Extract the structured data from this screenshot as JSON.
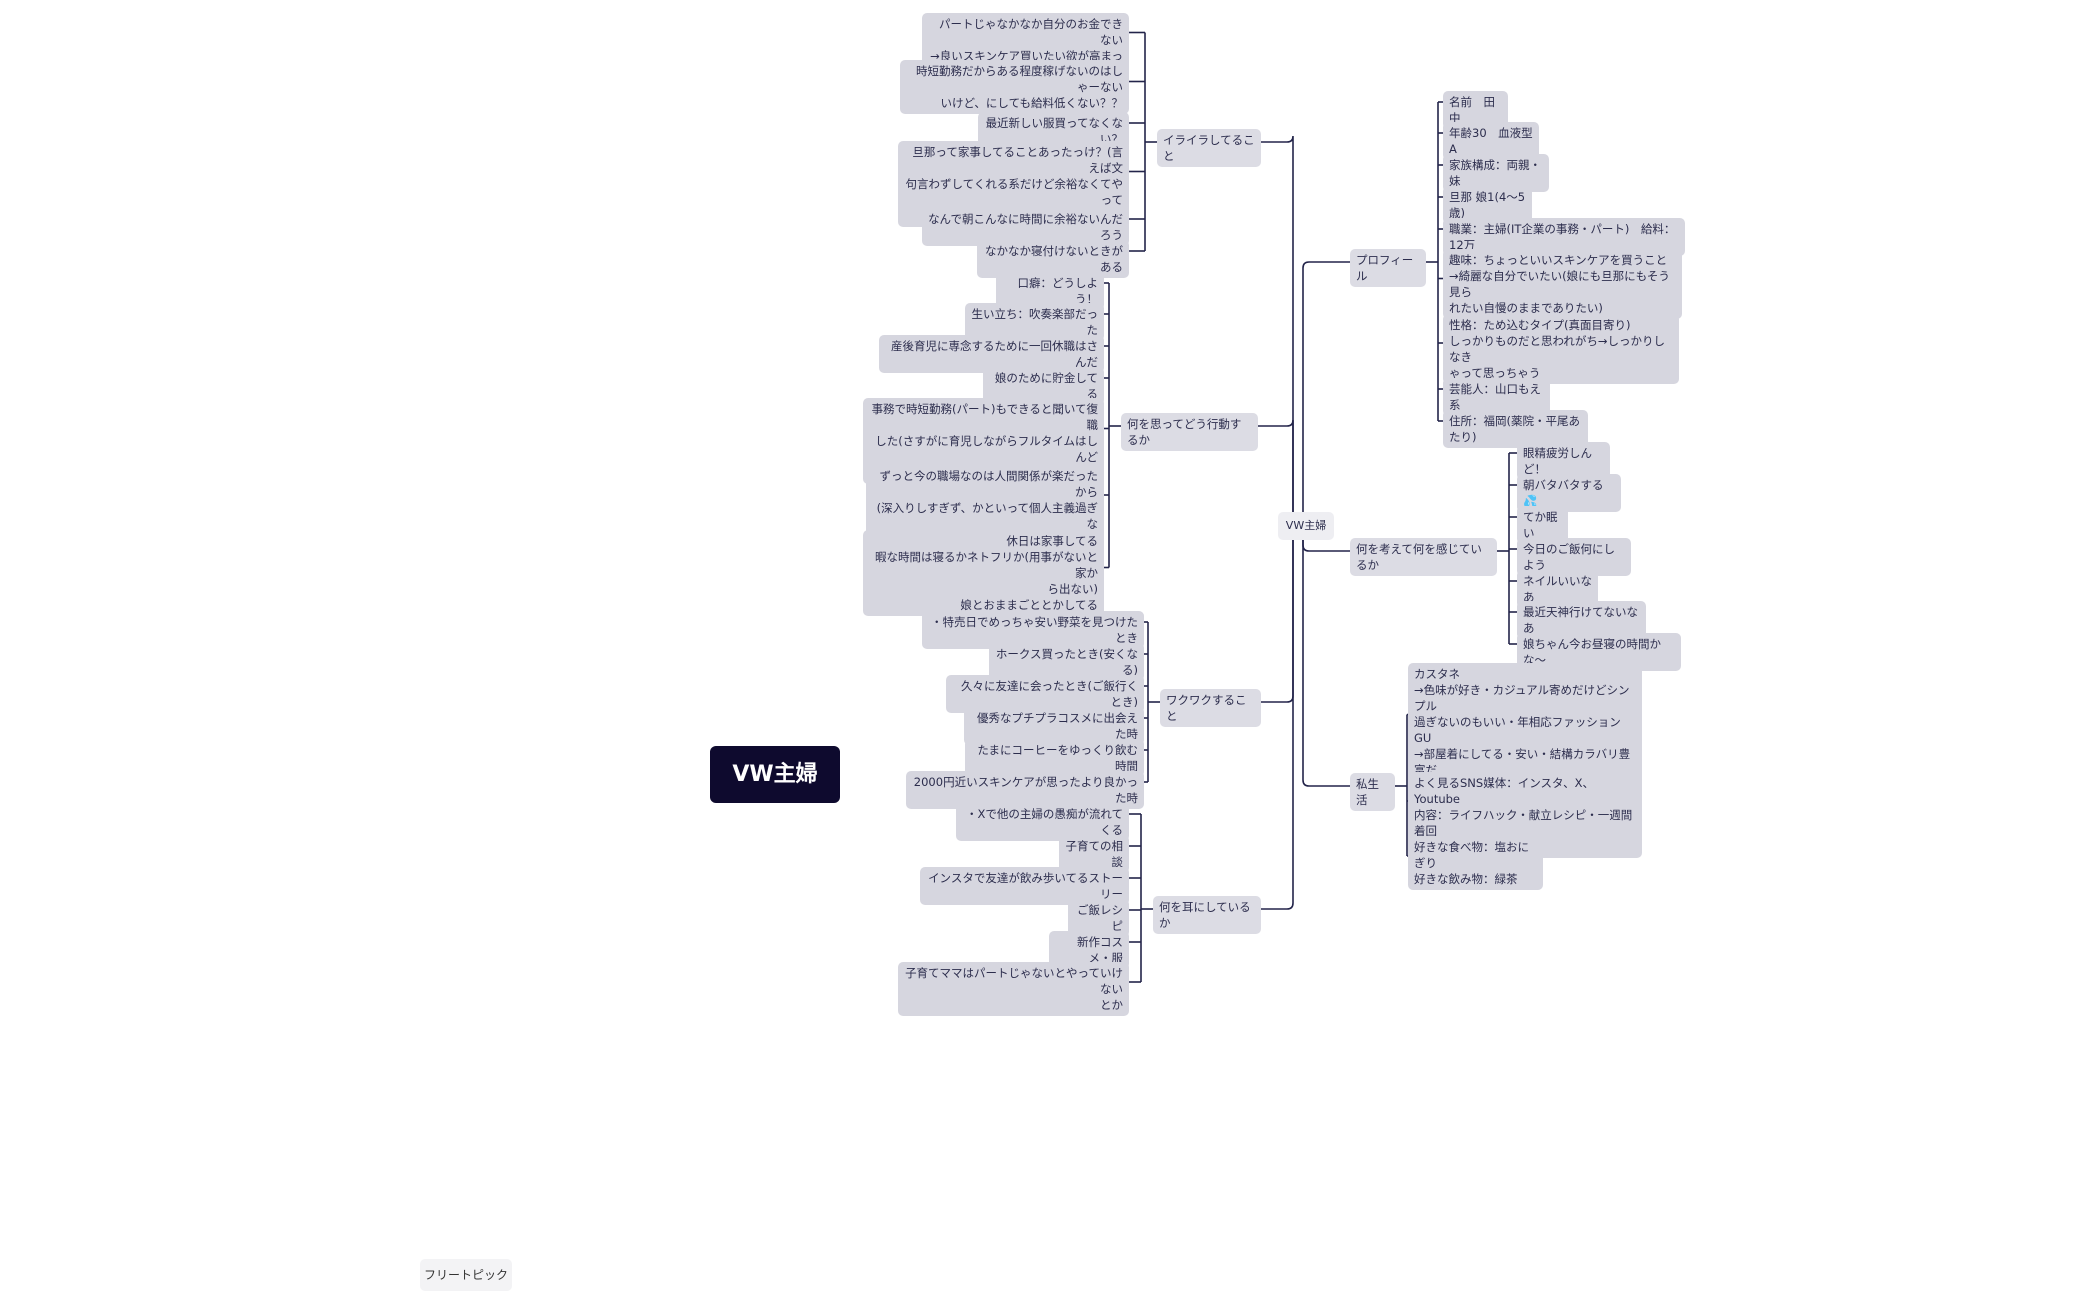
{
  "title_card": "VW主婦",
  "free_topic": "フリートピック",
  "center": "VW主婦",
  "colors": {
    "node_bg": "#d6d6df",
    "line": "#23244a",
    "title_bg": "#0e0a2e"
  },
  "branches": [
    {
      "id": "iraira",
      "label": "イライラしてること",
      "side": "left",
      "items": [
        "パートじゃなかなか自分のお金できない\n→良いスキンケア買いたい欲が高まった時",
        "時短勤務だからある程度稼げないのはしゃーない\nいけど、にしても給料低くない？？",
        "最近新しい服買ってなくない？",
        "旦那って家事してることあったっけ？(言えば文\n句言わずしてくれる系だけど余裕なくてやって\nないとこだけ目につく)",
        "なんで朝こんなに時間に余裕ないんだろう",
        "なかなか寝付けないときがある"
      ]
    },
    {
      "id": "omoi",
      "label": "何を思ってどう行動するか",
      "side": "left",
      "items": [
        "口癖：どうしよう！",
        "生い立ち：吹奏楽部だった",
        "産後育児に専念するために一回休職はさんだ",
        "娘のために貯金してる",
        "事務で時短勤務(パート)もできると聞いて復職\nした(さすがに育児しながらフルタイムはしんど\nい)",
        "ずっと今の職場なのは人間関係が楽だったから\n(深入りしすぎず、かといって個人主義過ぎな\nい・部活の先輩後輩みたいな気楽な関係)",
        "休日は家事してる\n暇な時間は寝るかネトフリか(用事がないと家か\nら出ない)\n娘とおままごととかしてる"
      ]
    },
    {
      "id": "wakuwaku",
      "label": "ワクワクすること",
      "side": "left",
      "items": [
        "・特売日でめっちゃ安い野菜を見つけたとき",
        "ホークス買ったとき(安くなる)",
        "久々に友達に会ったとき(ご飯行くとき)",
        "優秀なプチプラコスメに出会えた時",
        "たまにコーヒーをゆっくり飲む時間",
        "2000円近いスキンケアが思ったより良かった時"
      ]
    },
    {
      "id": "mimi",
      "label": "何を耳にしているか",
      "side": "left",
      "items": [
        "・Xで他の主婦の愚痴が流れてくる",
        "子育ての相談",
        "インスタで友達が飲み歩いてるストーリー",
        "ご飯レシピ",
        "新作コスメ・服",
        "子育てママはパートじゃないとやっていけない\nとか"
      ]
    },
    {
      "id": "profile",
      "label": "プロフィール",
      "side": "right",
      "items": [
        "名前　田中",
        "年齢30　血液型A",
        "家族構成：両親・妹",
        "旦那 娘1(4〜5歳)",
        "職業：主婦(IT企業の事務・パート)　給料：12万",
        "趣味：ちょっといいスキンケアを買うこと\n→綺麗な自分でいたい(娘にも旦那にもそう見ら\nれたい自慢のままでありたい)",
        "性格：ため込むタイプ(真面目寄り)\nしっかりものだと思われがち→しっかりしなき\nゃって思っちゃう",
        "芸能人：山口もえ系",
        "住所：福岡(薬院・平尾あたり)"
      ]
    },
    {
      "id": "kangae",
      "label": "何を考えて何を感じているか",
      "side": "right",
      "items": [
        "眼精疲労しんど！",
        "朝バタバタする💦",
        "てか眠い",
        "今日のご飯何にしよう",
        "ネイルいいなあ",
        "最近天神行けてないなあ",
        "娘ちゃん今お昼寝の時間かな〜"
      ]
    },
    {
      "id": "private",
      "label": "私生活",
      "side": "right",
      "items": [
        "カスタネ\n→色味が好き・カジュアル寄めだけどシンプル\n過ぎないのもいい・年相応ファッション\nGU\n→部屋着にしてる・安い・結構カラバリ豊富だ\nったりする",
        "よく見るSNS媒体：インスタ、X、Youtube\n内容：ライフハック・献立レシピ・一週間着回\nしワンピースコーデ",
        "好きな食べ物：塩おにぎり\n好きな飲み物：緑茶"
      ]
    }
  ]
}
